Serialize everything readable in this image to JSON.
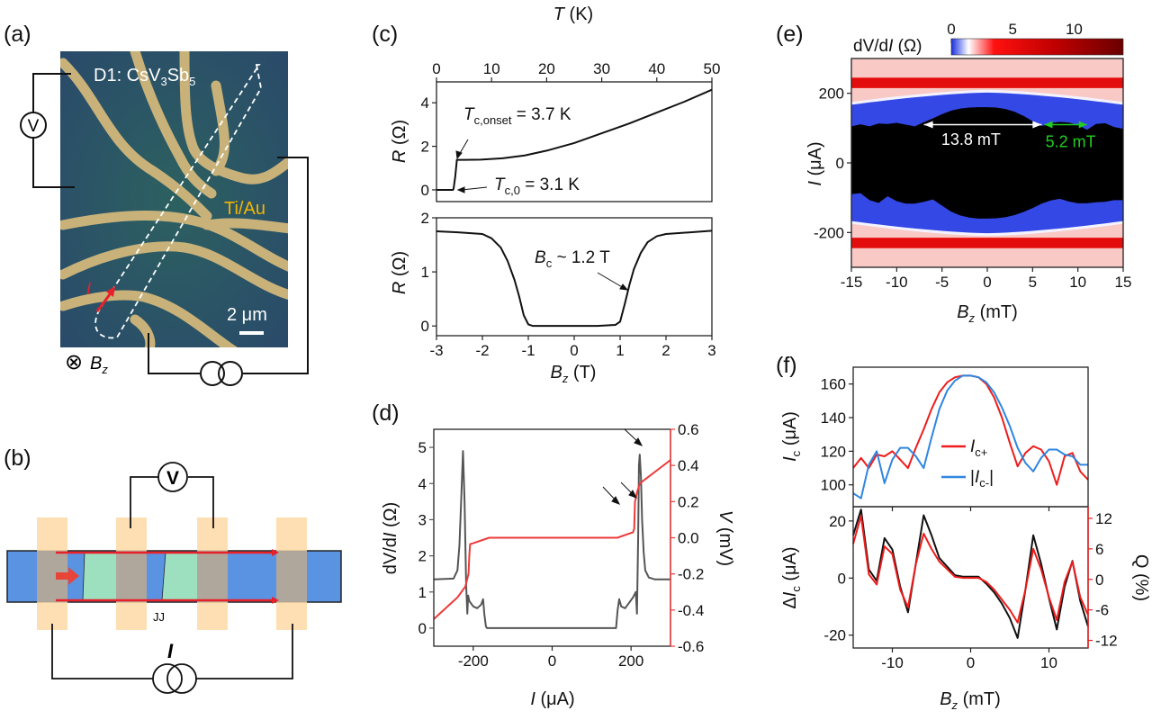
{
  "panel_labels": {
    "a": "(a)",
    "b": "(b)",
    "c": "(c)",
    "d": "(d)",
    "e": "(e)",
    "f": "(f)"
  },
  "panel_a": {
    "device_prefix": "D1: CsV",
    "device_sub1": "3",
    "device_mid": "Sb",
    "device_sub2": "5",
    "electrode_label": "Ti/Au",
    "scale_bar": "2 μm",
    "current_label": "I",
    "voltmeter": "V",
    "field_symbol": "⊗",
    "field_label": "B",
    "field_sub": "z",
    "colors": {
      "substrate": "#2f5a5e",
      "electrode": "#c9b27a",
      "current_arrow": "#e8202a",
      "electrode_text": "#f5b400"
    }
  },
  "panel_b": {
    "voltmeter": "V",
    "junction_label": "JJ",
    "current_label": "I",
    "colors": {
      "flake": "#5b93e3",
      "junction": "#9de0c0",
      "pad": "#fdd9a6",
      "current": "#e8202a"
    }
  },
  "chart_data": [
    {
      "id": "c-top",
      "type": "line",
      "xlabel": "T (K)",
      "xlabel_parts": [
        "T",
        " (K)"
      ],
      "ylabel_parts": [
        "R",
        " (Ω)"
      ],
      "xlim": [
        0,
        50
      ],
      "ylim": [
        -0.54,
        4.96
      ],
      "xticks": [
        0,
        10,
        20,
        30,
        40,
        50
      ],
      "yticks": [
        0,
        2,
        4
      ],
      "x": [
        0,
        2,
        3.0,
        3.1,
        3.4,
        3.7,
        5,
        8,
        12,
        16,
        20,
        25,
        30,
        35,
        40,
        45,
        50
      ],
      "y": [
        0,
        0,
        0,
        0.05,
        0.6,
        1.38,
        1.38,
        1.39,
        1.45,
        1.58,
        1.8,
        2.15,
        2.6,
        3.05,
        3.55,
        4.05,
        4.6
      ],
      "annotations": [
        {
          "main": "T",
          "sub": "c,onset",
          "rest": " = 3.7 K"
        },
        {
          "main": "T",
          "sub": "c,0",
          "rest": " = 3.1 K"
        }
      ]
    },
    {
      "id": "c-bottom",
      "type": "line",
      "xlabel_parts": [
        "B",
        "z",
        " (T)"
      ],
      "ylabel_parts": [
        "R",
        " (Ω)"
      ],
      "xlim": [
        -3,
        3
      ],
      "ylim": [
        -0.18,
        2.0
      ],
      "xticks": [
        -3,
        -2,
        -1,
        0,
        1,
        2,
        3
      ],
      "yticks": [
        0,
        1,
        2
      ],
      "x": [
        -3,
        -2.5,
        -2,
        -1.8,
        -1.6,
        -1.45,
        -1.3,
        -1.2,
        -1.1,
        -1.0,
        -0.9,
        -0.5,
        0,
        0.5,
        0.9,
        1.0,
        1.1,
        1.2,
        1.3,
        1.45,
        1.6,
        1.8,
        2,
        2.5,
        3
      ],
      "y": [
        1.75,
        1.73,
        1.7,
        1.62,
        1.45,
        1.2,
        0.85,
        0.55,
        0.2,
        0.03,
        0,
        0,
        0,
        0,
        0.02,
        0.08,
        0.4,
        0.75,
        1.05,
        1.35,
        1.55,
        1.66,
        1.7,
        1.73,
        1.76
      ],
      "annotation": {
        "main": "B",
        "sub": "c",
        "rest": " ~ 1.2 T"
      }
    },
    {
      "id": "d",
      "type": "line",
      "xlabel_parts": [
        "I",
        " (μA)"
      ],
      "ylabel_parts": [
        "dV/d",
        "I",
        " (Ω)"
      ],
      "y2label_parts": [
        "V",
        " (mV)"
      ],
      "xlim": [
        -300,
        300
      ],
      "ylim": [
        -0.5,
        5.5
      ],
      "y2lim": [
        -0.6,
        0.6
      ],
      "xticks": [
        -200,
        0,
        200
      ],
      "yticks": [
        0,
        1,
        2,
        3,
        4,
        5
      ],
      "y2ticks": [
        -0.6,
        -0.4,
        -0.2,
        0.0,
        0.2,
        0.4,
        0.6
      ],
      "series": [
        {
          "name": "dV/dI",
          "axis": "left",
          "color": "#555555",
          "x": [
            -300,
            -250,
            -240,
            -235,
            -230,
            -226,
            -222,
            -218,
            -215,
            -213,
            -210,
            -200,
            -190,
            -180,
            -175,
            -172,
            -168,
            -165,
            -100,
            0,
            100,
            162,
            166,
            170,
            175,
            185,
            195,
            205,
            212,
            215,
            218,
            220,
            222,
            225,
            228,
            232,
            236,
            245,
            260,
            300
          ],
          "y": [
            1.35,
            1.37,
            1.6,
            2.3,
            3.7,
            4.9,
            3.5,
            1.2,
            0.4,
            0.9,
            0.75,
            0.6,
            0.55,
            0.65,
            0.8,
            0.4,
            0.05,
            0,
            0,
            0,
            0,
            0,
            0.5,
            0.8,
            0.6,
            0.55,
            0.7,
            0.85,
            1.0,
            0.4,
            2.5,
            4.5,
            4.8,
            4.2,
            3.0,
            2.1,
            1.6,
            1.4,
            1.35,
            1.35
          ]
        },
        {
          "name": "V",
          "axis": "right",
          "color": "#ee3a3a",
          "x": [
            -300,
            -240,
            -220,
            -212,
            -210,
            -208,
            -200,
            -160,
            0,
            165,
            205,
            208,
            210,
            215,
            222,
            240,
            300
          ],
          "y": [
            -0.45,
            -0.33,
            -0.27,
            -0.2,
            -0.1,
            -0.035,
            -0.03,
            0,
            0,
            0,
            0.03,
            0.05,
            0.2,
            0.25,
            0.3,
            0.33,
            0.43
          ]
        }
      ]
    },
    {
      "id": "e",
      "type": "heatmap",
      "xlabel_parts": [
        "B",
        "z",
        " (mT)"
      ],
      "ylabel_parts": [
        "I",
        " (μA)"
      ],
      "xlim": [
        -15,
        15
      ],
      "ylim": [
        -300,
        300
      ],
      "xticks": [
        -15,
        -10,
        -5,
        0,
        5,
        10,
        15
      ],
      "yticks": [
        -200,
        0,
        200
      ],
      "colorbar": {
        "label_parts": [
          "dV/d",
          "I",
          " (Ω)"
        ],
        "range": [
          0,
          14
        ],
        "ticks": [
          0,
          5,
          10
        ],
        "stops": [
          "#1a2fe0",
          "#ffffff",
          "#ff0000",
          "#c00000",
          "#6a0000"
        ]
      },
      "annotations": [
        {
          "text": "13.8 mT",
          "color": "#ffffff"
        },
        {
          "text": "5.2 mT",
          "color": "#22cc22"
        }
      ]
    },
    {
      "id": "f-top",
      "type": "line",
      "ylabel_parts": [
        "I",
        "c",
        " (μA)"
      ],
      "xlim": [
        -15,
        15
      ],
      "ylim": [
        87,
        170
      ],
      "yticks": [
        100,
        120,
        140,
        160
      ],
      "x": [
        -15,
        -14,
        -13,
        -12,
        -11,
        -10,
        -9,
        -8,
        -7,
        -6,
        -5,
        -4,
        -3,
        -2,
        -1,
        0,
        1,
        2,
        3,
        4,
        5,
        6,
        7,
        8,
        9,
        10,
        11,
        12,
        13,
        14,
        15
      ],
      "series": [
        {
          "name": "I_c+",
          "legend_main": "I",
          "legend_sub": "c+",
          "legend_pre": "",
          "legend_post": "",
          "color": "#ee1c1c",
          "y": [
            110,
            116,
            110,
            118,
            117,
            120,
            115,
            110,
            122,
            133,
            145,
            155,
            161,
            164,
            165,
            165,
            164,
            160,
            152,
            140,
            125,
            111,
            119,
            123,
            121,
            114,
            100,
            117,
            119,
            108,
            103
          ]
        },
        {
          "name": "|I_c-|",
          "legend_main": "I",
          "legend_sub": "c-",
          "legend_pre": "|",
          "legend_post": "|",
          "color": "#2f86e0",
          "y": [
            95,
            92,
            112,
            120,
            101,
            115,
            122,
            122,
            117,
            110,
            128,
            145,
            156,
            162,
            165,
            165,
            164,
            161,
            155,
            146,
            135,
            122,
            113,
            108,
            116,
            121,
            121,
            118,
            117,
            112,
            112
          ]
        }
      ]
    },
    {
      "id": "f-bottom",
      "type": "line",
      "xlabel_parts": [
        "B",
        "z",
        " (mT)"
      ],
      "ylabel_parts": [
        "Δ",
        "I",
        "c",
        " (μA)"
      ],
      "y2label": "Q (%)",
      "xlim": [
        -15,
        15
      ],
      "ylim": [
        -24.5,
        25
      ],
      "y2lim": [
        -13.5,
        14.3
      ],
      "xticks": [
        -10,
        0,
        10
      ],
      "yticks": [
        -20,
        0,
        20
      ],
      "y2ticks": [
        -12,
        -6,
        0,
        6,
        12
      ],
      "x": [
        -15,
        -14,
        -13,
        -12,
        -11,
        -10,
        -9,
        -8,
        -7,
        -6,
        -5,
        -4,
        -3,
        -2,
        -1,
        0,
        1,
        2,
        3,
        4,
        5,
        6,
        7,
        8,
        9,
        10,
        11,
        12,
        13,
        14,
        15
      ],
      "series": [
        {
          "name": "ΔI_c",
          "axis": "left",
          "color": "#111111",
          "y": [
            15,
            24,
            3,
            -1,
            14,
            10,
            -3,
            -12,
            5,
            22,
            15,
            7,
            4,
            1,
            0.5,
            0.5,
            0.5,
            -2,
            -5,
            -9,
            -14,
            -21,
            -4,
            15,
            5,
            -7,
            -18,
            -3,
            6,
            -8,
            -17
          ]
        },
        {
          "name": "Q",
          "axis": "right",
          "color": "#ee1c1c",
          "y": [
            7,
            12.5,
            1,
            -1,
            6.5,
            5,
            -2,
            -5.5,
            3,
            9,
            6,
            3.5,
            2,
            0.5,
            0.3,
            0.3,
            0.3,
            -0.5,
            -2,
            -4,
            -6,
            -8.5,
            -2,
            6,
            2,
            -3.5,
            -8,
            -0.5,
            3.5,
            -3.5,
            -7
          ]
        }
      ]
    }
  ]
}
